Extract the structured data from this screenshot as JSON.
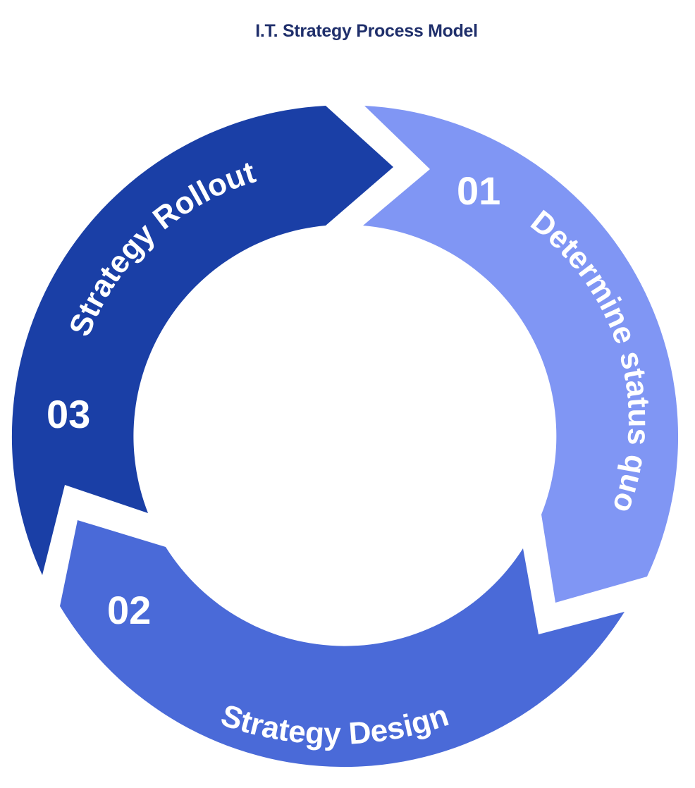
{
  "title": "I.T. Strategy Process Model",
  "steps": [
    {
      "number": "01",
      "label": "Determine status quo",
      "color": "#8096f4"
    },
    {
      "number": "02",
      "label": "Strategy Design",
      "color": "#4a6ad8"
    },
    {
      "number": "03",
      "label": "Strategy Rollout",
      "color": "#1a3fa6"
    }
  ]
}
